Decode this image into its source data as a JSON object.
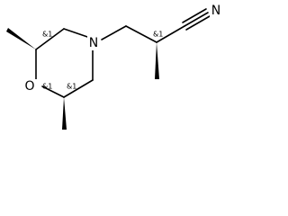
{
  "molecule": {
    "atoms": {
      "n": "N",
      "o": "O",
      "n_nitrile": "N"
    },
    "stereo_labels": {
      "c_top_left": "&1",
      "c_bottom_left": "&1",
      "c_bottom_right": "&1",
      "c_chain": "&1"
    },
    "colors": {
      "bond": "#000000",
      "background": "#ffffff"
    }
  }
}
